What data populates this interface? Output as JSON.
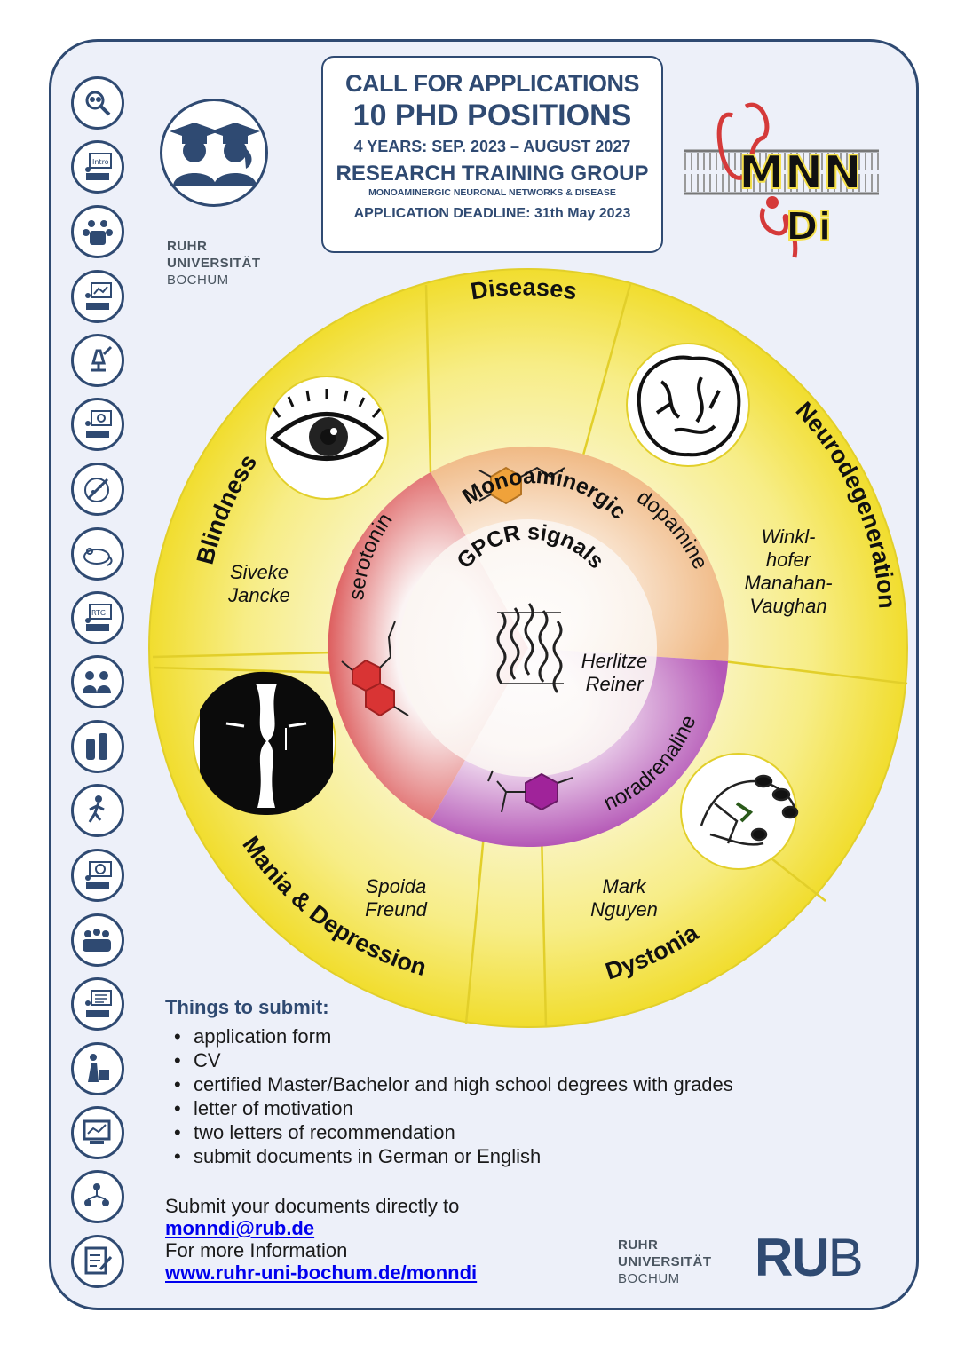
{
  "header": {
    "line1": "CALL FOR APPLICATIONS",
    "line2": "10 PHD POSITIONS",
    "line3": "4 YEARS: SEP. 2023 – AUGUST 2027",
    "line4": "RESEARCH  TRAINING  GROUP",
    "line5": "MONOAMINERGIC NEURONAL NETWORKS & DISEASE",
    "line6": "APPLICATION DEADLINE:  31th  May  2023"
  },
  "university": {
    "line1": "RUHR",
    "line2": "UNIVERSITÄT",
    "line3": "BOCHUM"
  },
  "logo": {
    "text": "MONNDi",
    "top_letters": "MNN",
    "bottom_letters": "Di"
  },
  "wheel": {
    "center": {
      "line1": "Monoaminergic",
      "line2": "GPCR signals"
    },
    "signals": [
      "serotonin",
      "dopamine",
      "noradrenaline"
    ],
    "center_pis": "Herlitze\nReiner",
    "diseases": [
      {
        "name": "Diseases"
      },
      {
        "name": "Neurodegeneration",
        "pis": [
          "Winkl-",
          "hofer",
          "Manahan-",
          "Vaughan"
        ]
      },
      {
        "name": "Dystonia",
        "pis": [
          "Mark",
          "Nguyen"
        ]
      },
      {
        "name": "Mania & Depression",
        "pis": [
          "Spoida",
          "Freund"
        ]
      },
      {
        "name": "Blindness",
        "pis": [
          "Siveke",
          "Jancke"
        ]
      }
    ],
    "pi_center_1": "Herlitze",
    "pi_center_2": "Reiner"
  },
  "submit": {
    "title": "Things to submit:",
    "items": [
      "application form",
      "CV",
      "certified Master/Bachelor and high school degrees with grades",
      "letter of motivation",
      "two letters of recommendation",
      "submit documents in German or English"
    ]
  },
  "contact": {
    "line1": "Submit your documents directly to",
    "email": "monndi@rub.de",
    "line2": "For more Information",
    "url": "www.ruhr-uni-bochum.de/monndi"
  },
  "rub_logo": {
    "letters_bold": "RU",
    "letter_light": "B"
  },
  "side_icons": [
    "search-people-icon",
    "intro-icon",
    "group-meeting-icon",
    "presentation-icon",
    "microscope-icon",
    "lecture-icon",
    "petri-dish-icon",
    "mouse-icon",
    "rtg-icon",
    "discussion-icon",
    "lab-bottles-icon",
    "hiking-icon",
    "brain-lecture-icon",
    "team-icon",
    "lecture-notes-icon",
    "career-icon",
    "computer-icon",
    "network-icon",
    "document-icon"
  ],
  "colors": {
    "navy": "#2f4a72",
    "yellow": "#f2e032",
    "serotonin": "#d93a3a",
    "dopamine": "#f0a43a",
    "noradrenaline": "#a02a9a"
  }
}
